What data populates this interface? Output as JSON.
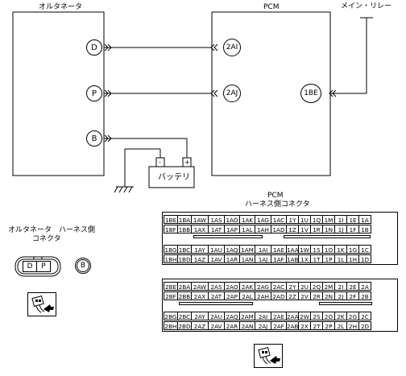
{
  "alternator": {
    "title": "オルタネータ",
    "terminals": [
      "D",
      "P",
      "B"
    ]
  },
  "pcm": {
    "title": "PCM",
    "terminals": [
      "2AI",
      "2AJ",
      "1BE"
    ]
  },
  "main_relay": {
    "label": "メイン・リレー"
  },
  "battery": {
    "label": "バッテリ",
    "minus": "-",
    "plus": "+"
  },
  "pcm_connector": {
    "title_line1": "PCM",
    "title_line2": "ハーネス側コネクタ"
  },
  "alt_connector": {
    "title_line1": "オルタネータ　ハーネス側",
    "title_line2": "コネクタ",
    "pins": [
      "D",
      "P"
    ],
    "b_pin": "B"
  },
  "connector1": {
    "rows": [
      [
        "1BE",
        "1BA",
        "1AW",
        "1AS",
        "1AO",
        "1AK",
        "1AG",
        "1AC",
        "1Y",
        "1U",
        "1Q",
        "1M",
        "1I",
        "1E",
        "1A"
      ],
      [
        "1BF",
        "1BB",
        "1AX",
        "1AT",
        "1AP",
        "1AL",
        "1AH",
        "1AD",
        "1Z",
        "1V",
        "1R",
        "1N",
        "1J",
        "1F",
        "1B"
      ],
      [
        "1BG",
        "1BC",
        "1AY",
        "1AU",
        "1AQ",
        "1AM",
        "1AI",
        "1AE",
        "1AA",
        "1W",
        "1S",
        "1O",
        "1K",
        "1G",
        "1C"
      ],
      [
        "1BH",
        "1BD",
        "1AZ",
        "1AV",
        "1AR",
        "1AN",
        "1AJ",
        "1AF",
        "1AB",
        "1X",
        "1T",
        "1P",
        "1L",
        "1H",
        "1D"
      ]
    ]
  },
  "connector2": {
    "rows": [
      [
        "2BE",
        "2BA",
        "2AW",
        "2AS",
        "2AO",
        "2AK",
        "2AG",
        "2AC",
        "2Y",
        "2U",
        "2Q",
        "2M",
        "2I",
        "2E",
        "2A"
      ],
      [
        "2BF",
        "2BB",
        "2AX",
        "2AT",
        "2AP",
        "2AL",
        "2AH",
        "2AD",
        "2Z",
        "2V",
        "2R",
        "2N",
        "2J",
        "2F",
        "2B"
      ],
      [
        "2BG",
        "2BC",
        "2AY",
        "2AU",
        "2AQ",
        "2AM",
        "2AI",
        "2AE",
        "2AA",
        "2W",
        "2S",
        "2O",
        "2K",
        "2G",
        "2C"
      ],
      [
        "2BH",
        "2BD",
        "2AZ",
        "2AV",
        "2AR",
        "2AN",
        "2AJ",
        "2AF",
        "2AB",
        "2X",
        "2T",
        "2P",
        "2L",
        "2H",
        "2D"
      ]
    ]
  }
}
